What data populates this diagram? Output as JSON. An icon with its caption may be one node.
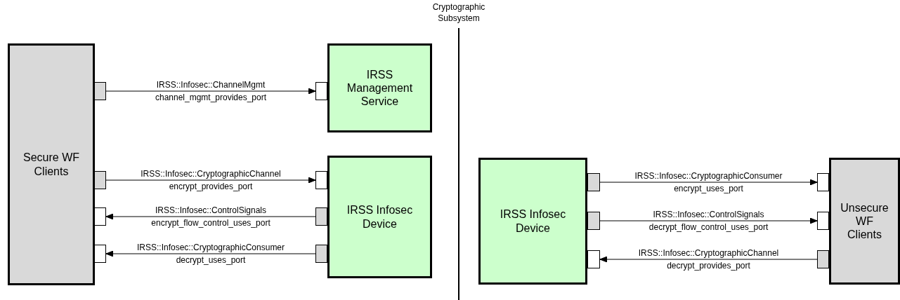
{
  "diagram": {
    "nodes": [
      {
        "text": [
          "Secure WF Clients"
        ]
      },
      {
        "text": [
          "IRSS Management Service"
        ]
      },
      {
        "text": [
          "IRSS Infosec Device"
        ]
      },
      {
        "text": [
          "IRSS Infosec Device"
        ]
      },
      {
        "text": [
          "Unsecure WF Clients"
        ]
      },
      {
        "text": [],
        "shape": "box"
      },
      {
        "text": [],
        "shape": "box"
      },
      {
        "text": [],
        "shape": "box"
      },
      {
        "text": [],
        "shape": "box"
      },
      {
        "text": [],
        "shape": "box"
      },
      {
        "text": [],
        "shape": "box"
      },
      {
        "text": [],
        "shape": "box"
      },
      {
        "text": [],
        "shape": "box"
      },
      {
        "text": [],
        "shape": "box"
      },
      {
        "text": [],
        "shape": "box"
      },
      {
        "text": [],
        "shape": "box"
      },
      {
        "text": [],
        "shape": "box"
      },
      {
        "text": [],
        "shape": "box"
      },
      {
        "text": [],
        "shape": "box"
      }
    ],
    "edges": [
      {
        "from": 5,
        "to": 9,
        "arrow": "to",
        "label": "IRSS::Infosec::ChannelMgmt"
      },
      {
        "from": 6,
        "to": 10,
        "arrow": "to",
        "label": "IRSS::Infosec::CryptographicChannel"
      },
      {
        "from": 11,
        "to": 7,
        "arrow": "to",
        "label": "IRSS::Infosec::ControlSignals"
      },
      {
        "from": 12,
        "to": 8,
        "arrow": "to",
        "label": "IRSS::Infosec::CryptographicConsumer"
      },
      {
        "from": 13,
        "to": 16,
        "arrow": "to",
        "label": "IRSS::Infosec::CryptographicConsumer"
      },
      {
        "from": 14,
        "to": 17,
        "arrow": "to",
        "label": "IRSS::Infosec::ControlSignals"
      },
      {
        "from": 18,
        "to": 15,
        "arrow": "to",
        "label": "IRSS::Infosec::CryptographicChannel"
      }
    ],
    "labels": [
      "Cryptographic Subsystem",
      "channel_mgmt_provides_port",
      "encrypt_provides_port",
      "encrypt_flow_control_uses_port",
      "decrypt_uses_port",
      "encrypt_uses_port",
      "decrypt_flow_control_uses_port",
      "decrypt_provides_port"
    ]
  }
}
